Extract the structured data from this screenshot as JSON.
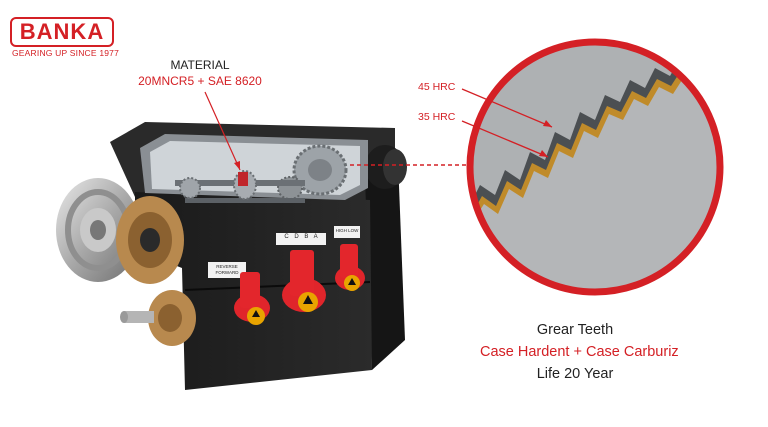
{
  "brand": {
    "logo_text": "BANKA",
    "tagline": "GEARING UP SINCE 1977",
    "accent_color": "#d42025"
  },
  "material": {
    "title": "MATERIAL",
    "value": "20MNCR5 + SAE 8620"
  },
  "zoom": {
    "hrc_outer": "45 HRC",
    "hrc_inner": "35 HRC"
  },
  "caption": {
    "line1": "Grear Teeth",
    "line2": "Case Hardent + Case Carburiz",
    "line3": "Life 20 Year"
  },
  "panel": {
    "lever_letters": "C D B A",
    "switch_label_left": "REVERSE FORWARD",
    "switch_label_right": "HIGH LOW"
  }
}
